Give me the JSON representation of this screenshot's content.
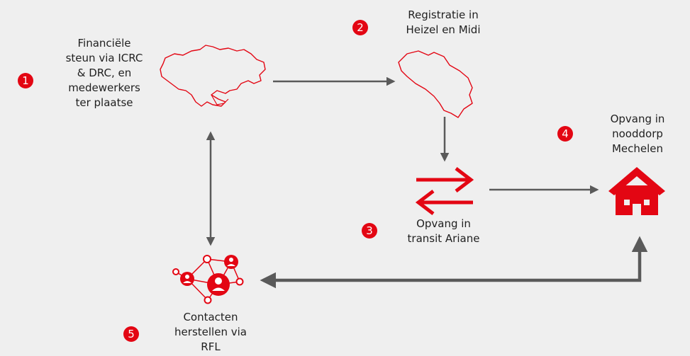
{
  "steps": [
    {
      "number": "1",
      "label": "Financiële\nsteun via ICRC\n& DRC, en\nmedewerkers\nter plaatse"
    },
    {
      "number": "2",
      "label": "Registratie in\nHeizel en Midi"
    },
    {
      "number": "3",
      "label": "Opvang in\ntransit Ariane"
    },
    {
      "number": "4",
      "label": "Opvang in\nnooddorp\nMechelen"
    },
    {
      "number": "5",
      "label": "Contacten\nherstellen via\nRFL"
    }
  ],
  "icons": {
    "ukraine": "ukraine-map-icon",
    "belgium": "belgium-map-icon",
    "transit": "transit-arrows-icon",
    "shelter": "house-icon",
    "network": "rfl-network-icon"
  },
  "colors": {
    "accent": "#e30613",
    "arrow": "#5a5a5a",
    "background": "#efefef",
    "text": "#1f1f1f"
  }
}
